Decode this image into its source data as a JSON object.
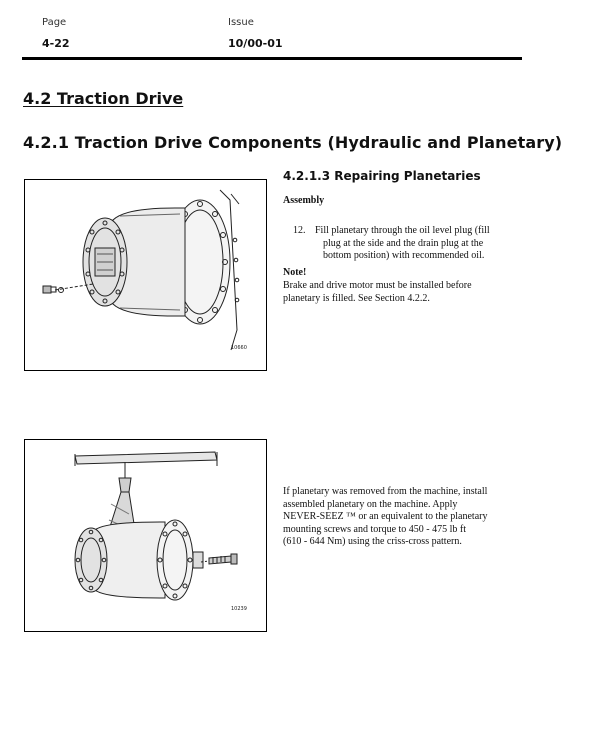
{
  "header": {
    "page_label": "Page",
    "page_value": "4-22",
    "issue_label": "Issue",
    "issue_value": "10/00-01"
  },
  "section": {
    "title": "4.2  Traction Drive",
    "subtitle": "4.2.1  Traction Drive Components (Hydraulic and Planetary)",
    "subsubtitle": "4.2.1.3  Repairing Planetaries"
  },
  "assembly": {
    "heading": "Assembly",
    "step_number": "12.",
    "step_lines": [
      "Fill planetary through the oil level plug (fill",
      "plug at the side and the drain plug at the",
      "bottom position) with recommended oil."
    ],
    "note_heading": "Note!",
    "note_lines": [
      "Brake and drive motor must be installed before",
      "planetary is filled. See Section 4.2.2."
    ]
  },
  "install": {
    "lines": [
      "If planetary was removed from the machine, install",
      "assembled planetary on the machine. Apply",
      "NEVER-SEEZ ™ or an equivalent to the planetary",
      "mounting screws and torque to  450 - 475 lb ft",
      "(610 - 644 Nm) using the criss-cross pattern."
    ]
  },
  "figures": {
    "fig1_number": "10660",
    "fig2_number": "10239"
  }
}
